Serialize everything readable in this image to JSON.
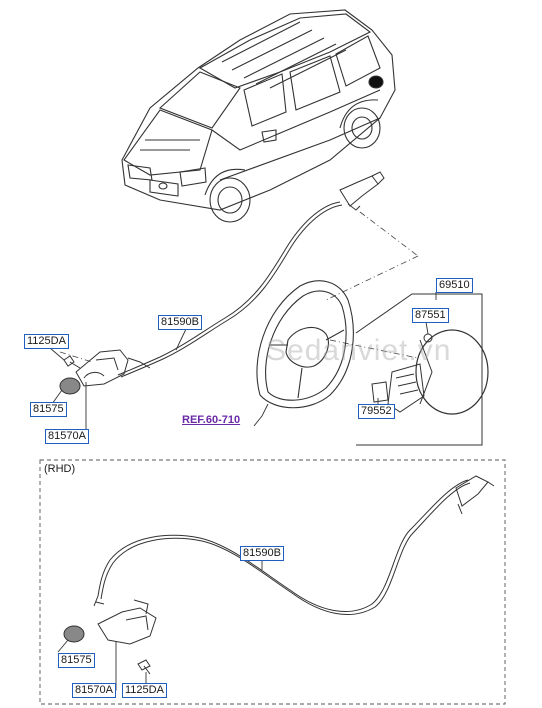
{
  "labels": {
    "part_69510": "69510",
    "part_87551": "87551",
    "part_79552": "79552",
    "part_81590B_top": "81590B",
    "part_1125DA_top": "1125DA",
    "part_81575_top": "81575",
    "part_81570A_top": "81570A",
    "part_81590B_rhd": "81590B",
    "part_81575_rhd": "81575",
    "part_81570A_rhd": "81570A",
    "part_1125DA_rhd": "1125DA"
  },
  "reference": "REF.60-710",
  "rhd_section_label": "(RHD)",
  "watermark": "Sedanviet.vn",
  "colors": {
    "label_border": "#1f5fbf",
    "reference_text": "#6a2aa8",
    "line": "#333333"
  }
}
